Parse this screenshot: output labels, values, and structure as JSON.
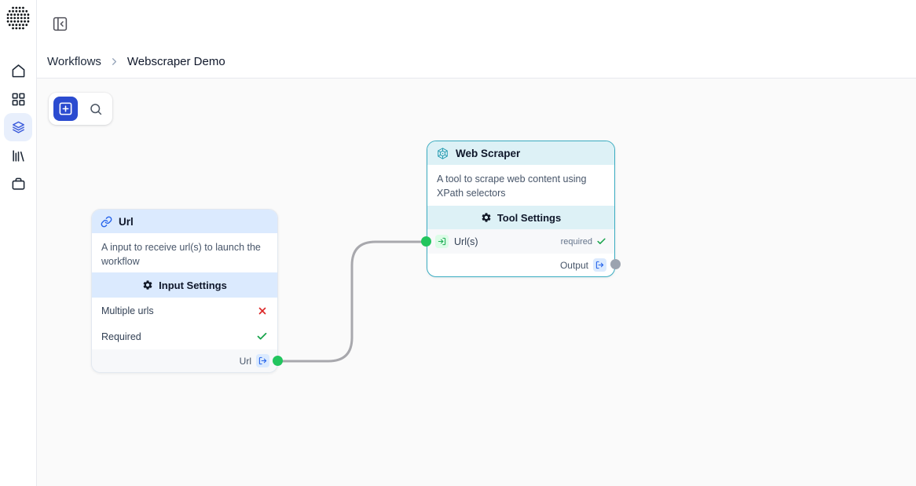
{
  "sidebar": {
    "logo_icon": "halftone-globe-logo",
    "items": [
      {
        "id": "home",
        "icon": "home-icon",
        "active": false
      },
      {
        "id": "apps",
        "icon": "grid-icon",
        "active": false
      },
      {
        "id": "workflows",
        "icon": "layers-icon",
        "active": true
      },
      {
        "id": "library",
        "icon": "library-icon",
        "active": false
      },
      {
        "id": "jobs",
        "icon": "briefcase-icon",
        "active": false
      }
    ]
  },
  "header": {
    "collapse_icon": "panel-left-close-icon",
    "breadcrumb": {
      "items": [
        "Workflows",
        "Webscraper Demo"
      ]
    }
  },
  "toolbar": {
    "add_node_icon": "square-plus-icon",
    "search_icon": "search-icon"
  },
  "canvas": {
    "nodes": [
      {
        "title": "Url",
        "icon": "link-icon",
        "description": "A input to receive url(s) to launch the workflow",
        "section_title": "Input Settings",
        "settings": [
          {
            "label": "Multiple urls",
            "enabled": false
          },
          {
            "label": "Required",
            "enabled": true
          }
        ],
        "output_label": "Url"
      },
      {
        "title": "Web Scraper",
        "icon": "web-icon",
        "description": "A tool to scrape web content using XPath selectors",
        "section_title": "Tool Settings",
        "input_label": "Url(s)",
        "input_badge": "required",
        "output_label": "Output"
      }
    ],
    "edges": [
      {
        "from": "Url.Url",
        "to": "Web Scraper.Url(s)"
      }
    ]
  },
  "colors": {
    "accent_blue": "#2b4bd0",
    "node_blue_header": "#dbeafe",
    "node_cyan_header": "#ddf1f6",
    "node_cyan_border": "#3aacc1",
    "success_green": "#16a34a",
    "danger_red": "#dc2626",
    "handle_green": "#22c55e",
    "handle_gray": "#9ca3af",
    "edge_gray": "#a8a8ad"
  }
}
